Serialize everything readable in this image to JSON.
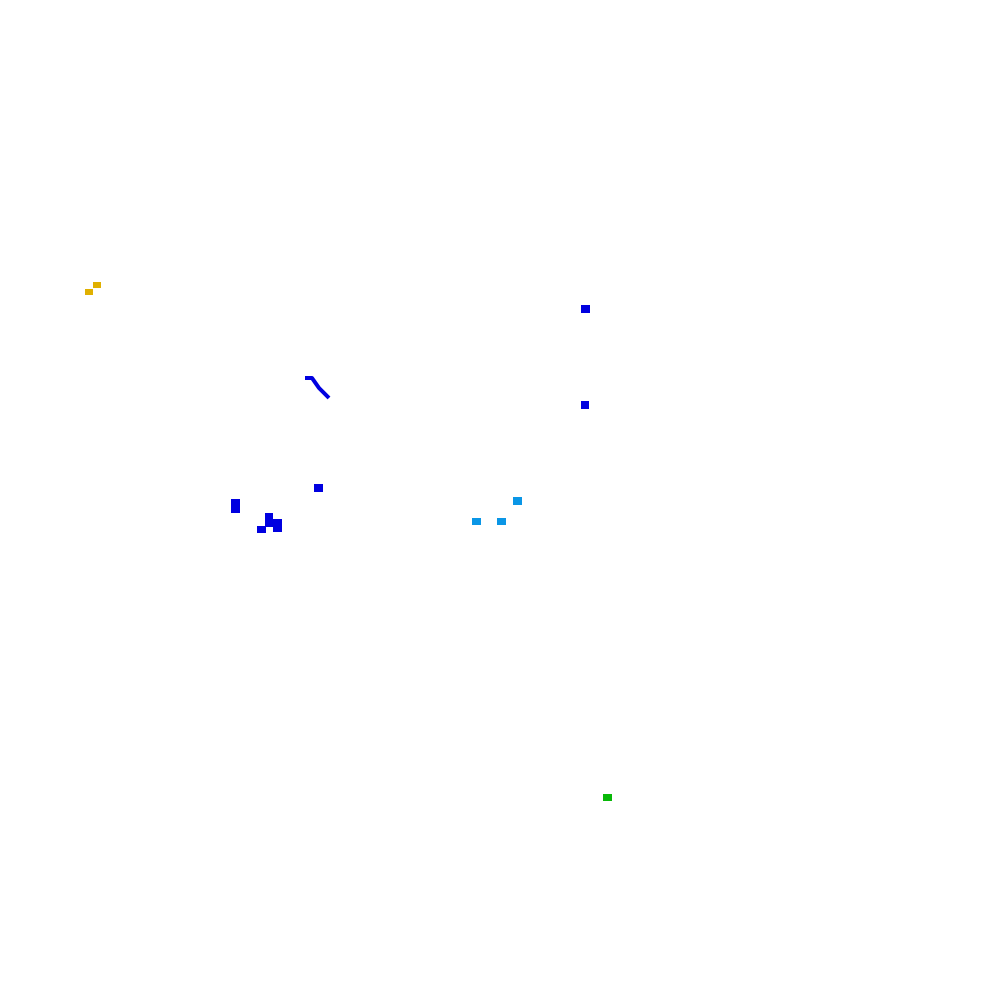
{
  "map": {
    "background": "#ffffff",
    "colors": {
      "yellow": "#e0b000",
      "blue": "#0000e0",
      "light_blue": "#0a96e6",
      "green": "#08b808"
    },
    "feature_groups": [
      {
        "name": "yellow-features",
        "color_key": "yellow",
        "feature_count": 2
      },
      {
        "name": "blue-features",
        "color_key": "blue",
        "feature_count": 9
      },
      {
        "name": "light-blue-features",
        "color_key": "light_blue",
        "feature_count": 3
      },
      {
        "name": "green-features",
        "color_key": "green",
        "feature_count": 1
      }
    ]
  }
}
